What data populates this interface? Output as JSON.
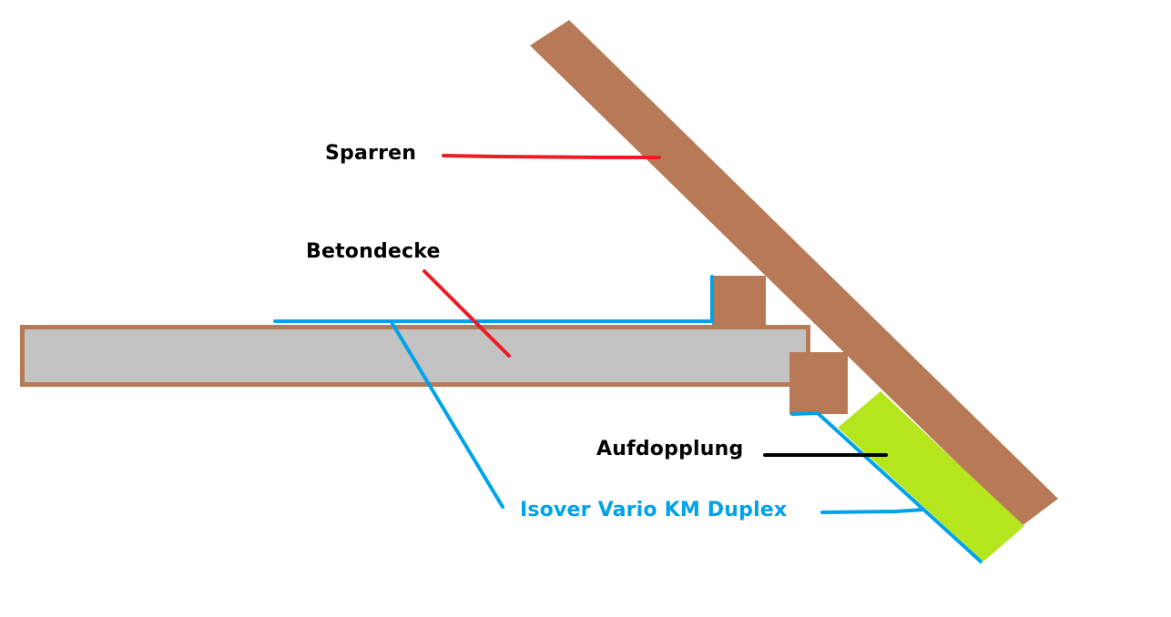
{
  "diagram": {
    "title": "Roof rafter / concrete ceiling junction detail",
    "labels": {
      "sparren": "Sparren",
      "betondecke": "Betondecke",
      "aufdopplung": "Aufdopplung",
      "isover": "Isover Vario KM Duplex"
    },
    "components": [
      {
        "id": "sparren",
        "name": "Sparren",
        "material": "wood",
        "color": "#b87a56"
      },
      {
        "id": "betondecke",
        "name": "Betondecke",
        "material": "concrete",
        "fill": "#c3c3c3",
        "border": "#b87a56"
      },
      {
        "id": "aufdopplung",
        "name": "Aufdopplung",
        "material": "insulation",
        "color": "#b5e51d"
      },
      {
        "id": "isover",
        "name": "Isover Vario KM Duplex",
        "material": "vapour membrane",
        "color": "#00a2e8"
      },
      {
        "id": "block-top",
        "name": "wooden block on slab",
        "color": "#b87a56"
      },
      {
        "id": "block-end",
        "name": "wooden block at slab end",
        "color": "#b87a56"
      }
    ],
    "colors": {
      "wood": "#b87a56",
      "concrete": "#c3c3c3",
      "insulation": "#b5e51d",
      "membrane": "#00a2e8",
      "leader_red": "#ed1c24",
      "leader_black": "#000000",
      "text_black": "#000000",
      "text_blue": "#00a2e8"
    }
  }
}
